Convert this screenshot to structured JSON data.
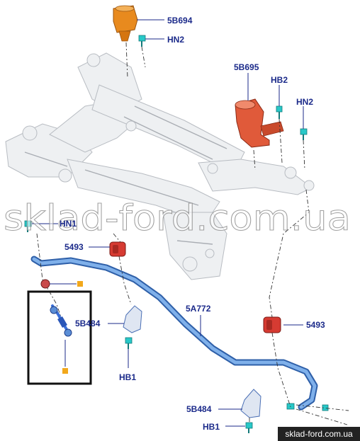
{
  "labels": {
    "nut_top": "5B694",
    "bolt_top": "HN2",
    "nut_right": "5B695",
    "bolt_right_a": "HB2",
    "bolt_right_b": "HN2",
    "bolt_left": "HN1",
    "bushing_left": "5493",
    "bushing_right": "5493",
    "bar": "5A772",
    "bracket_left": "5B484",
    "bracket_bottom": "5B484",
    "bolt_mid": "HB1",
    "bolt_bottom": "HB1"
  },
  "watermark": "sklad-ford.com.ua",
  "footer_url": "sklad-ford.com.ua",
  "colors": {
    "stabilizer_bar": "#5b8ed6",
    "bushing": "#d63b32",
    "mount_orange": "#e88a1e",
    "mount_red": "#e05a3a",
    "fastener": "#28c8c8",
    "link": "#3a6fd9",
    "callout_square": "#f2a81c",
    "label_text": "#1b2a8a"
  },
  "icons": [
    "bolt-icon",
    "square-marker-icon"
  ]
}
